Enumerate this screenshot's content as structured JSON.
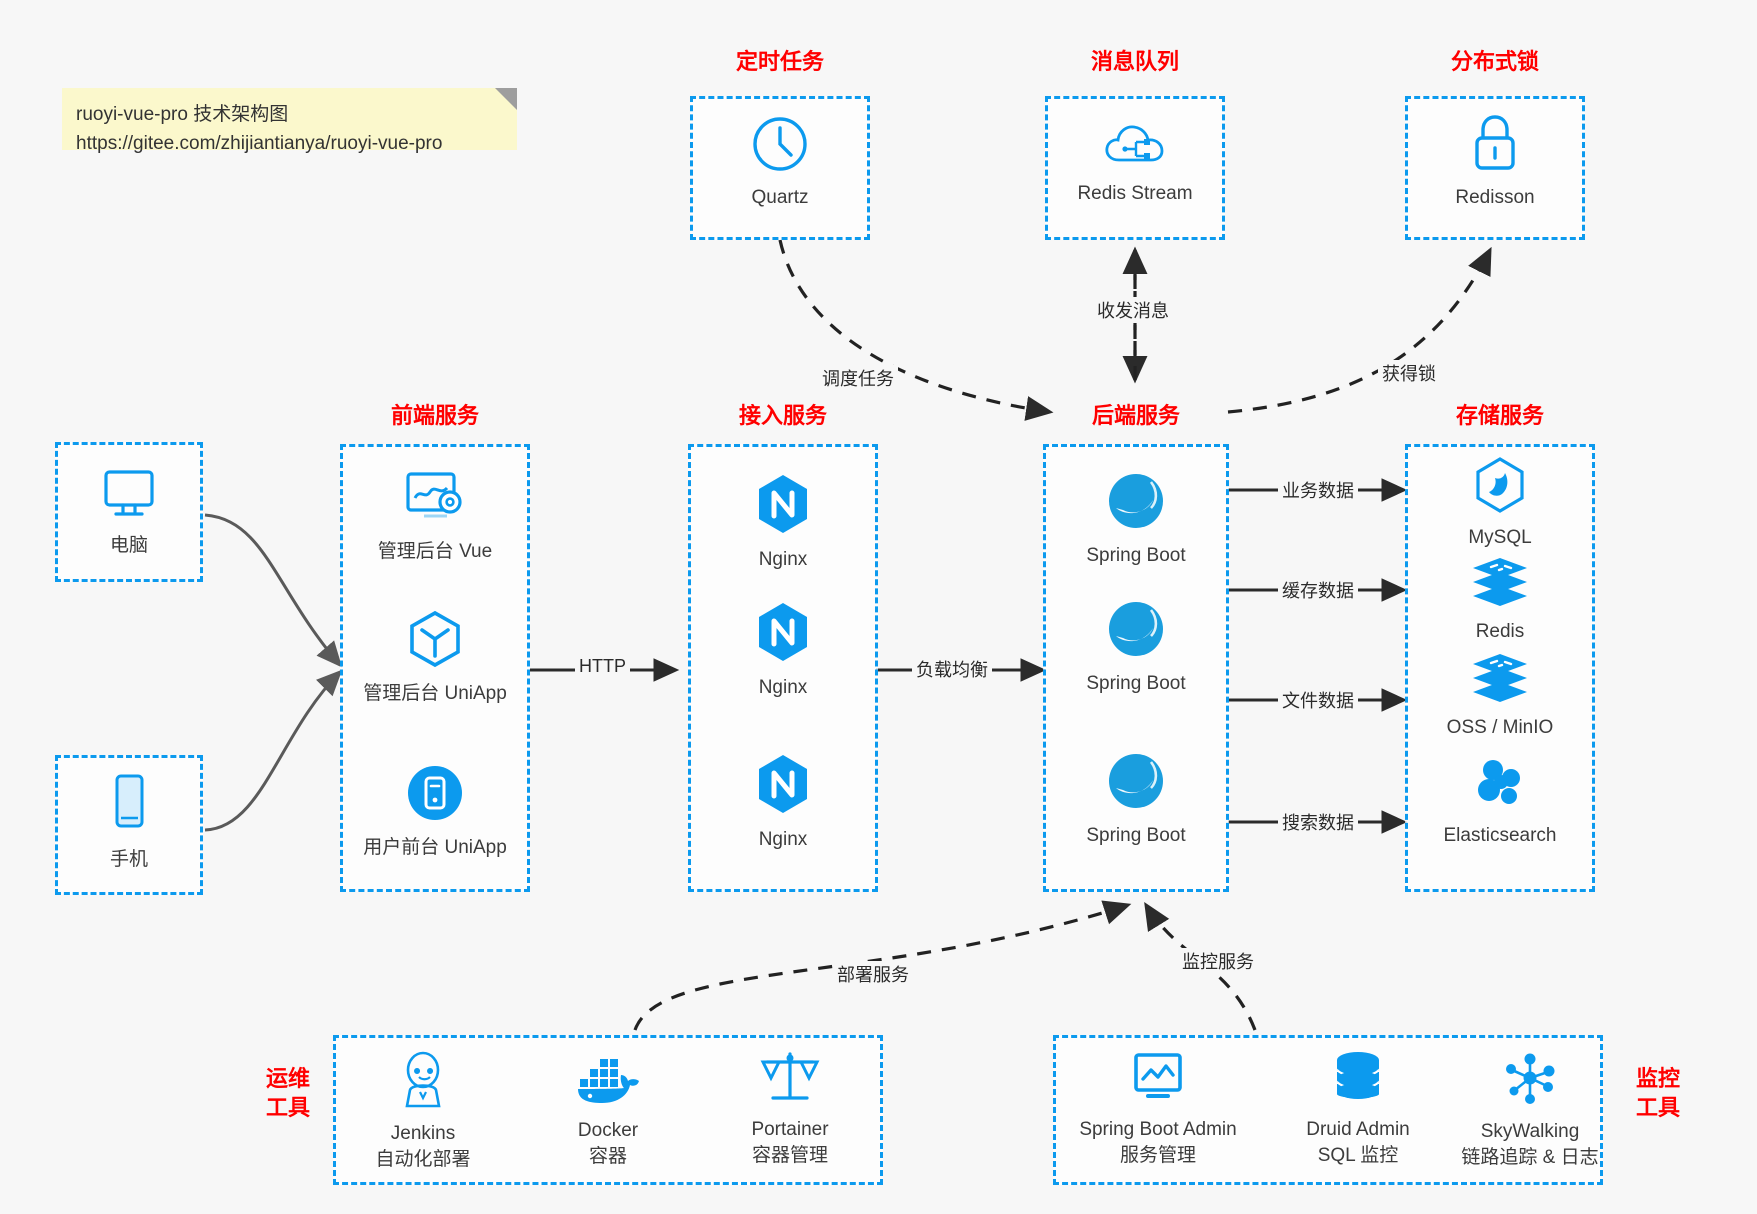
{
  "note": {
    "line1": "ruoyi-vue-pro 技术架构图",
    "line2": "https://gitee.com/zhijiantianya/ruoyi-vue-pro"
  },
  "colors": {
    "box_border": "#0c9aee",
    "group_label": "#ff0000",
    "icon_blue": "#0c9aee",
    "arrow": "#2b2b2b",
    "curve_arrow": "#555555",
    "background": "#f7f7f7",
    "note_bg": "#fbf8cc"
  },
  "groups": {
    "scheduled_task": {
      "label": "定时任务"
    },
    "message_queue": {
      "label": "消息队列"
    },
    "distributed_lock": {
      "label": "分布式锁"
    },
    "frontend": {
      "label": "前端服务"
    },
    "gateway": {
      "label": "接入服务"
    },
    "backend": {
      "label": "后端服务"
    },
    "storage": {
      "label": "存储服务"
    },
    "devops": {
      "label": "运维\n工具",
      "label_line1": "运维",
      "label_line2": "工具"
    },
    "monitor": {
      "label": "监控\n工具",
      "label_line1": "监控",
      "label_line2": "工具"
    }
  },
  "nodes": {
    "quartz": {
      "name": "Quartz",
      "icon": "clock-icon"
    },
    "redis_stream": {
      "name": "Redis Stream",
      "icon": "cloud-stream-icon"
    },
    "redisson": {
      "name": "Redisson",
      "icon": "lock-icon"
    },
    "pc": {
      "name": "电脑",
      "icon": "desktop-icon"
    },
    "phone": {
      "name": "手机",
      "icon": "mobile-icon"
    },
    "admin_vue": {
      "name": "管理后台 Vue",
      "icon": "dashboard-gear-icon"
    },
    "admin_uniapp": {
      "name": "管理后台 UniApp",
      "icon": "cube-icon"
    },
    "user_uniapp": {
      "name": "用户前台 UniApp",
      "icon": "app-icon"
    },
    "nginx1": {
      "name": "Nginx",
      "icon": "nginx-icon"
    },
    "nginx2": {
      "name": "Nginx",
      "icon": "nginx-icon"
    },
    "nginx3": {
      "name": "Nginx",
      "icon": "nginx-icon"
    },
    "springboot1": {
      "name": "Spring Boot",
      "icon": "spring-icon"
    },
    "springboot2": {
      "name": "Spring Boot",
      "icon": "spring-icon"
    },
    "springboot3": {
      "name": "Spring Boot",
      "icon": "spring-icon"
    },
    "mysql": {
      "name": "MySQL",
      "icon": "mysql-icon"
    },
    "redis": {
      "name": "Redis",
      "icon": "redis-stack-icon"
    },
    "oss": {
      "name": "OSS / MinIO",
      "icon": "redis-stack-icon"
    },
    "elasticsearch": {
      "name": "Elasticsearch",
      "icon": "elasticsearch-icon"
    },
    "jenkins": {
      "name": "Jenkins",
      "sub": "自动化部署",
      "icon": "jenkins-icon"
    },
    "docker": {
      "name": "Docker",
      "sub": "容器",
      "icon": "docker-icon"
    },
    "portainer": {
      "name": "Portainer",
      "sub": "容器管理",
      "icon": "scales-icon"
    },
    "sba": {
      "name": "Spring Boot Admin",
      "sub": "服务管理",
      "icon": "monitor-chart-icon"
    },
    "druid": {
      "name": "Druid Admin",
      "sub": "SQL 监控",
      "icon": "database-icon"
    },
    "skywalking": {
      "name": "SkyWalking",
      "sub": "链路追踪 & 日志",
      "icon": "network-nodes-icon"
    }
  },
  "edges": {
    "http": "HTTP",
    "load_balance": "负载均衡",
    "schedule_task": "调度任务",
    "send_receive_message": "收发消息",
    "acquire_lock": "获得锁",
    "business_data": "业务数据",
    "cache_data": "缓存数据",
    "file_data": "文件数据",
    "search_data": "搜索数据",
    "deploy_service": "部署服务",
    "monitor_service": "监控服务"
  }
}
